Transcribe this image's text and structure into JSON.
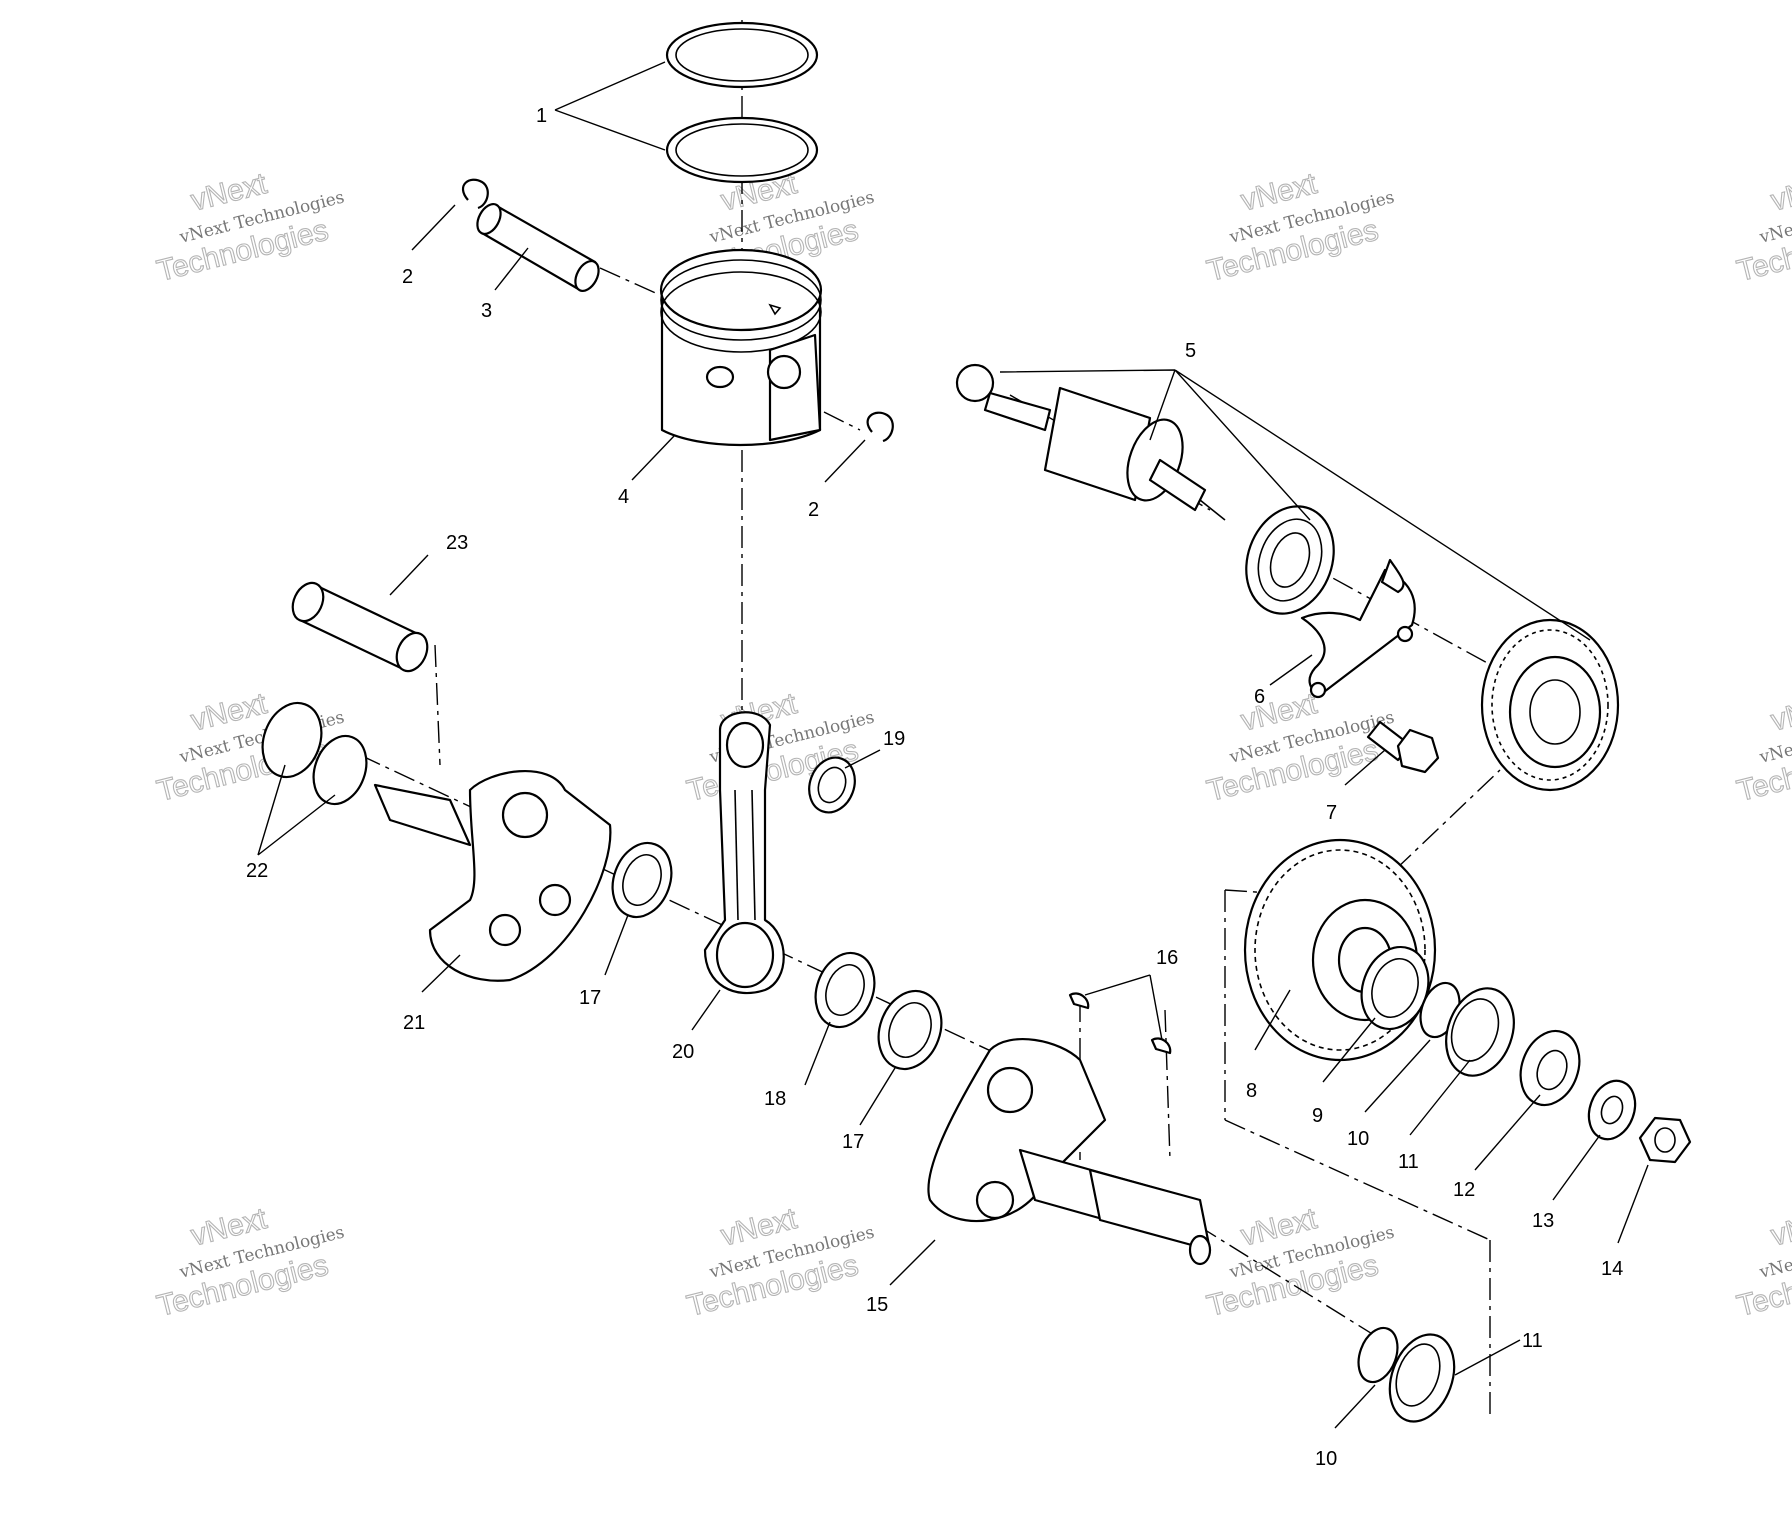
{
  "watermark": {
    "line1": "vNext",
    "line2": "vNext Technologies",
    "line3": "Technologies"
  },
  "callouts": {
    "c1": "1",
    "c2a": "2",
    "c2b": "2",
    "c3": "3",
    "c4": "4",
    "c5": "5",
    "c6": "6",
    "c7": "7",
    "c8": "8",
    "c9": "9",
    "c10a": "10",
    "c10b": "10",
    "c11a": "11",
    "c11b": "11",
    "c12": "12",
    "c13": "13",
    "c14": "14",
    "c15": "15",
    "c16": "16",
    "c17a": "17",
    "c17b": "17",
    "c18": "18",
    "c19": "19",
    "c20": "20",
    "c21": "21",
    "c22": "22",
    "c23": "23"
  },
  "colors": {
    "ink": "#000000",
    "paper": "#ffffff",
    "watermark": "#b5b5b5"
  }
}
